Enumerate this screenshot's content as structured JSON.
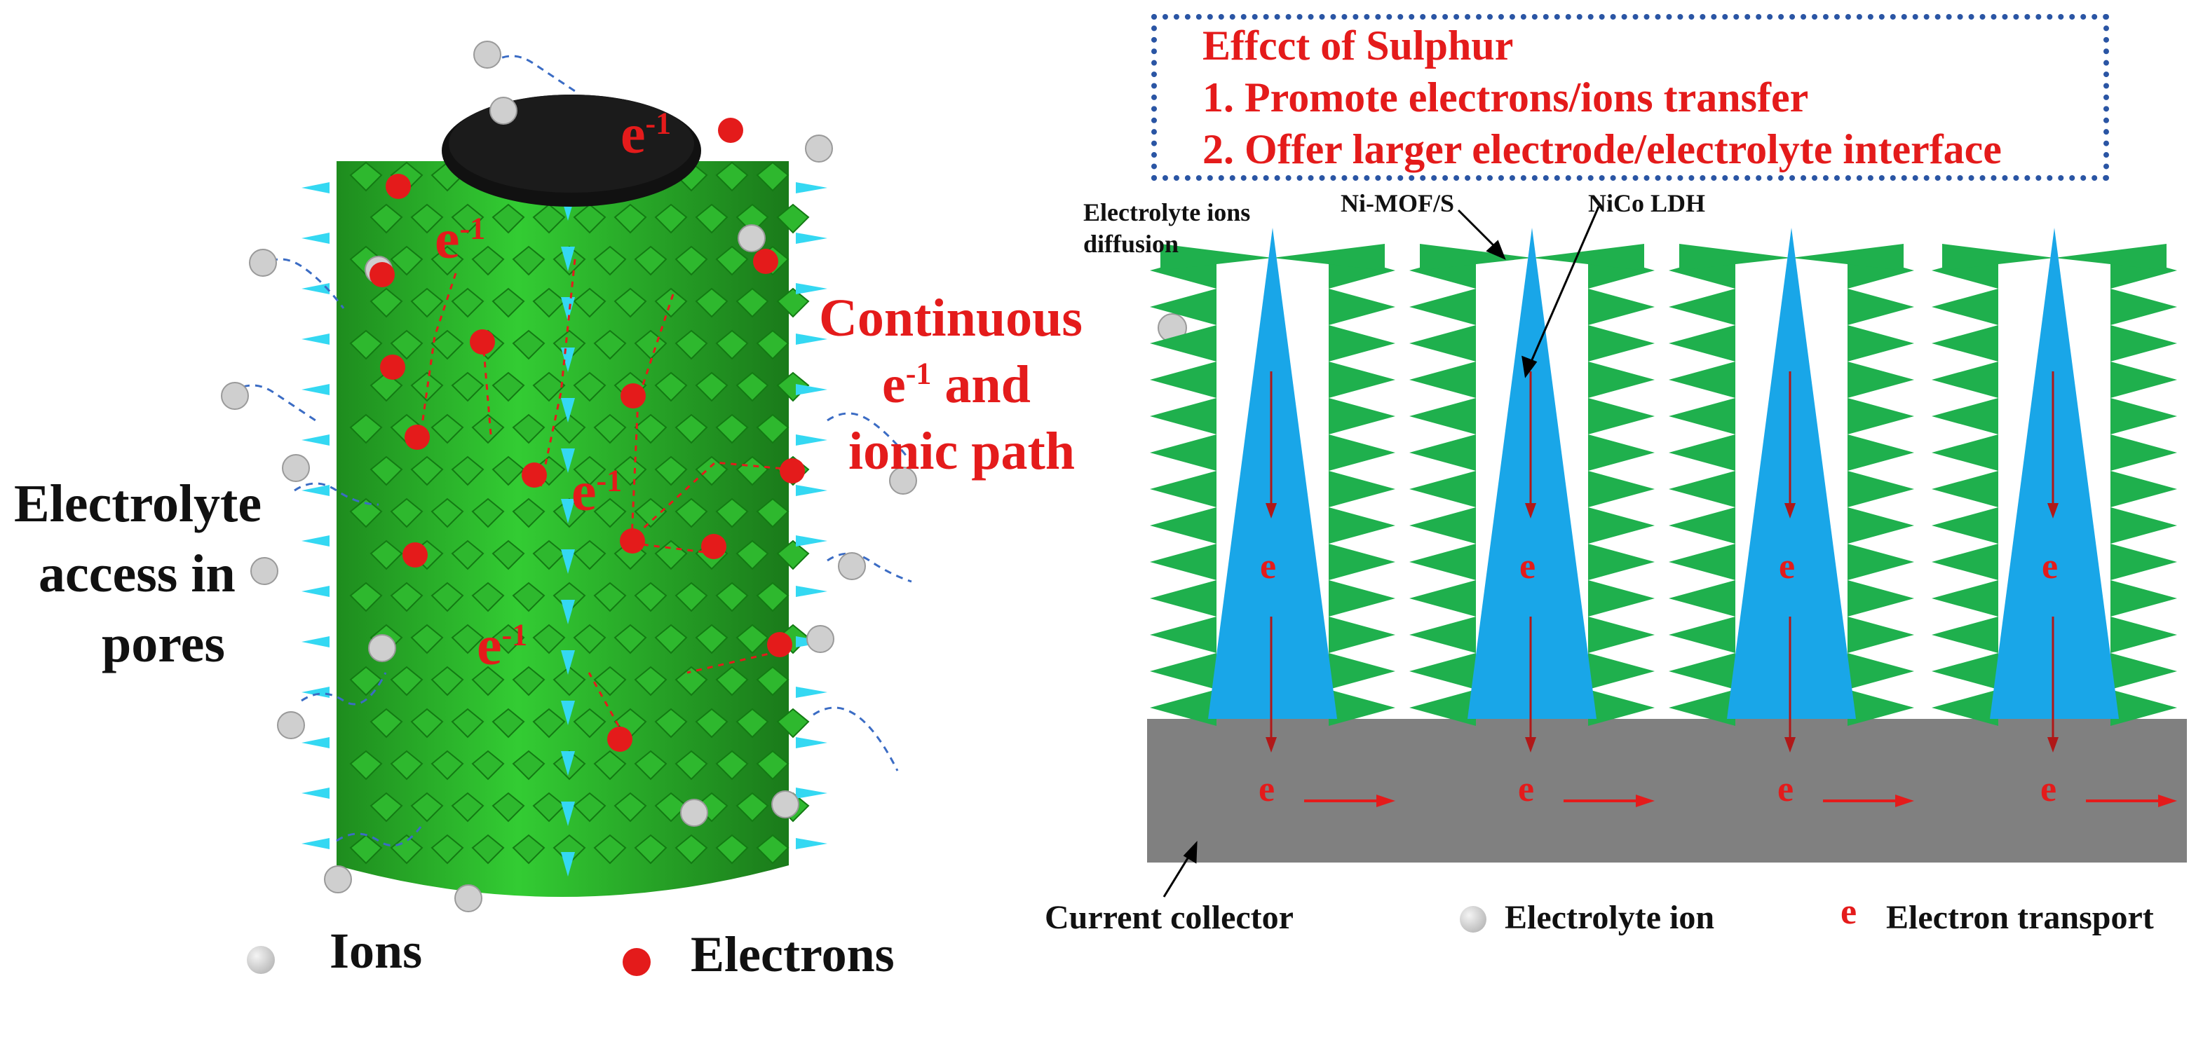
{
  "left": {
    "electron_labels": [
      "e",
      "e",
      "e",
      "e"
    ],
    "electron_exponent": "-1",
    "continuous_lines": [
      "Continuous",
      "e",
      "and",
      "ionic path"
    ],
    "continuous_exponent": "-1",
    "access_lines": [
      "Electrolyte",
      "access in",
      "pores"
    ],
    "legend": {
      "ions": "Ions",
      "electrons": "Electrons"
    }
  },
  "right": {
    "effect": {
      "title": "Effcct of Sulphur",
      "items": [
        "1. Promote electrons/ions transfer",
        "2. Offer larger electrode/electrolyte interface"
      ]
    },
    "labels": {
      "diffusion_line1": "Electrolyte ions",
      "diffusion_line2": "diffusion",
      "ni_mof": "Ni-MOF/S",
      "ldh": "NiCo LDH",
      "collector": "Current collector"
    },
    "electron_symbol": "e",
    "legend": {
      "ion": "Electrolyte ion",
      "electron_symbol": "e",
      "electron": "Electron transport"
    }
  },
  "colors": {
    "text_red": "#e41b1b",
    "box_border": "#2a55a4",
    "cone": "#19a6e8",
    "leaf": "#1fb04d",
    "collector": "#808080",
    "ion": "#c8c8c8",
    "electron": "#e41b1b"
  }
}
